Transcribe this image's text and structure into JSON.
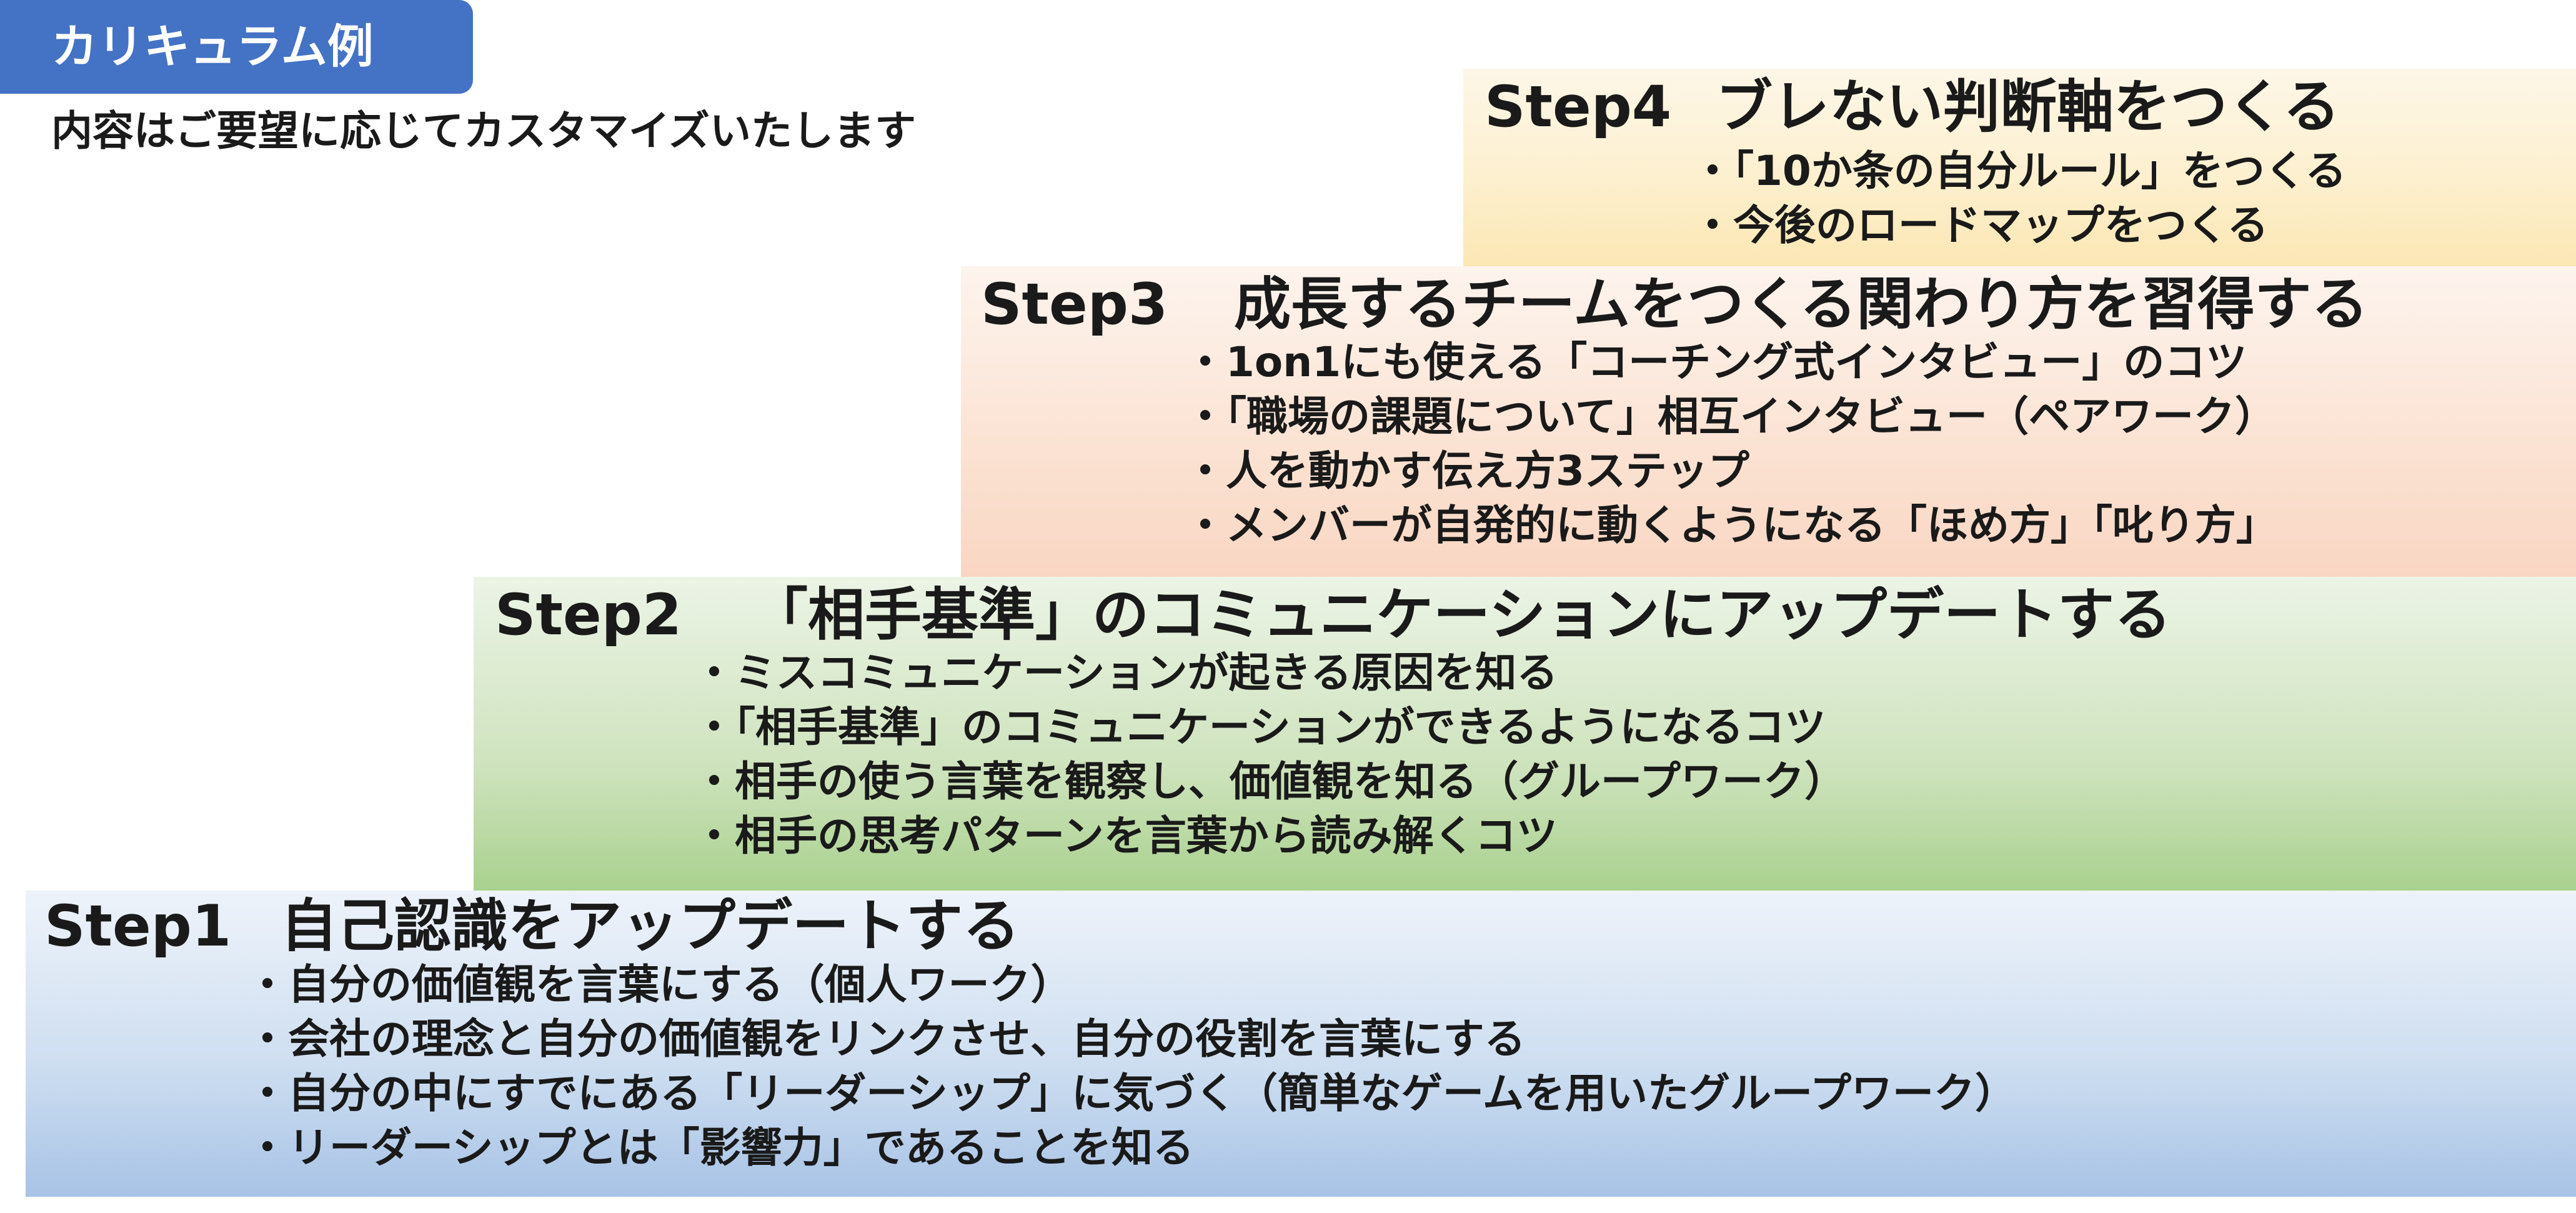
{
  "header": {
    "badge": "カリキュラム例",
    "subtitle": "内容はご要望に応じてカスタマイズいたします"
  },
  "steps": [
    {
      "num": "Step4",
      "title": "ブレない判断軸をつくる",
      "bullets": [
        "・「10か条の自分ルール」をつくる",
        "・今後のロードマップをつくる"
      ],
      "color": "#fce7b4"
    },
    {
      "num": "Step3",
      "title": "成長するチームをつくる関わり方を習得する",
      "bullets": [
        "・1on1にも使える「コーチング式インタビュー」のコツ",
        "・「職場の課題について」相互インタビュー（ペアワーク）",
        "・人を動かす伝え方3ステップ",
        "・メンバーが自発的に動くようになる「ほめ方」「叱り方」"
      ],
      "color": "#f9d6c3"
    },
    {
      "num": "Step2",
      "title": "「相手基準」のコミュニケーションにアップデートする",
      "bullets": [
        "・ミスコミュニケーションが起きる原因を知る",
        "・「相手基準」のコミュニケーションができるようになるコツ",
        "・相手の使う言葉を観察し、価値観を知る（グループワーク）",
        "・相手の思考パターンを言葉から読み解くコツ"
      ],
      "color": "#a9d18e"
    },
    {
      "num": "Step1",
      "title": "自己認識をアップデートする",
      "bullets": [
        "・自分の価値観を言葉にする（個人ワーク）",
        "・会社の理念と自分の価値観をリンクさせ、自分の役割を言葉にする",
        "・自分の中にすでにある「リーダーシップ」に気づく（簡単なゲームを用いたグループワーク）",
        "・リーダーシップとは「影響力」であることを知る"
      ],
      "color": "#a8c3e6"
    }
  ],
  "colors": {
    "badge_bg": "#4472c4",
    "badge_text": "#ffffff",
    "text": "#1a1a1a"
  }
}
